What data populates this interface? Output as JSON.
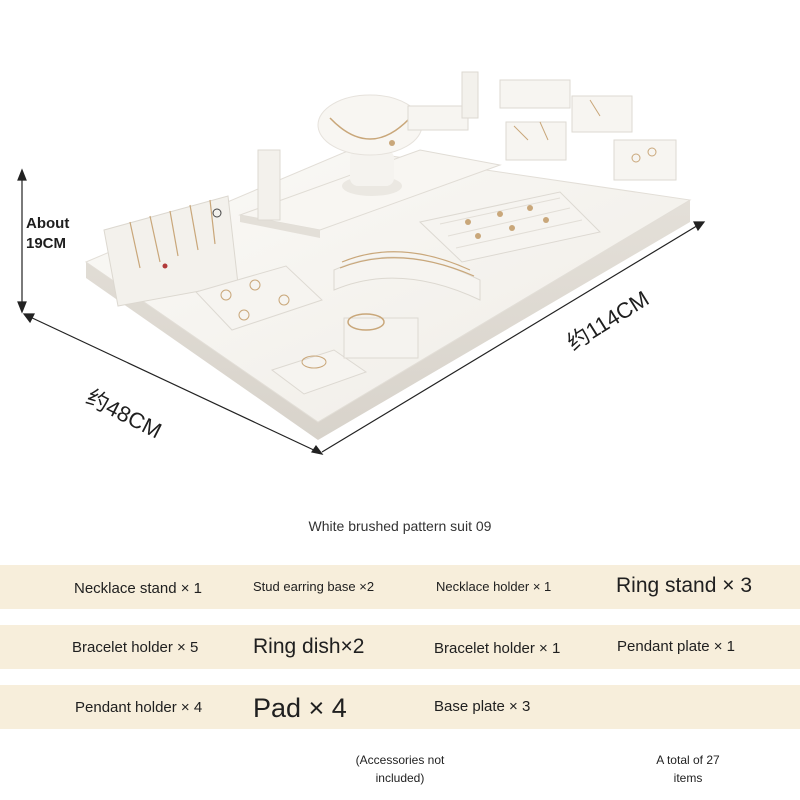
{
  "dimensions": {
    "height_label": [
      "About",
      "19CM"
    ],
    "depth_label": "约48CM",
    "width_label": "约114CM"
  },
  "caption": "White brushed pattern suit 09",
  "items": [
    [
      "Necklace stand × 1",
      "Stud earring base ×2",
      "Necklace holder × 1",
      "Ring stand × 3"
    ],
    [
      "Bracelet holder × 5",
      "Ring dish×2",
      "Bracelet holder × 1",
      "Pendant plate × 1"
    ],
    [
      "Pendant holder × 4",
      "Pad × 4",
      "Base plate × 3",
      ""
    ]
  ],
  "notes": {
    "accessories": [
      "(Accessories not",
      "included)"
    ],
    "total": [
      "A total of 27",
      "items"
    ]
  },
  "colors": {
    "band": "#f7eedb",
    "display_white": "#f4f2ee",
    "gold": "#c9a77a"
  }
}
